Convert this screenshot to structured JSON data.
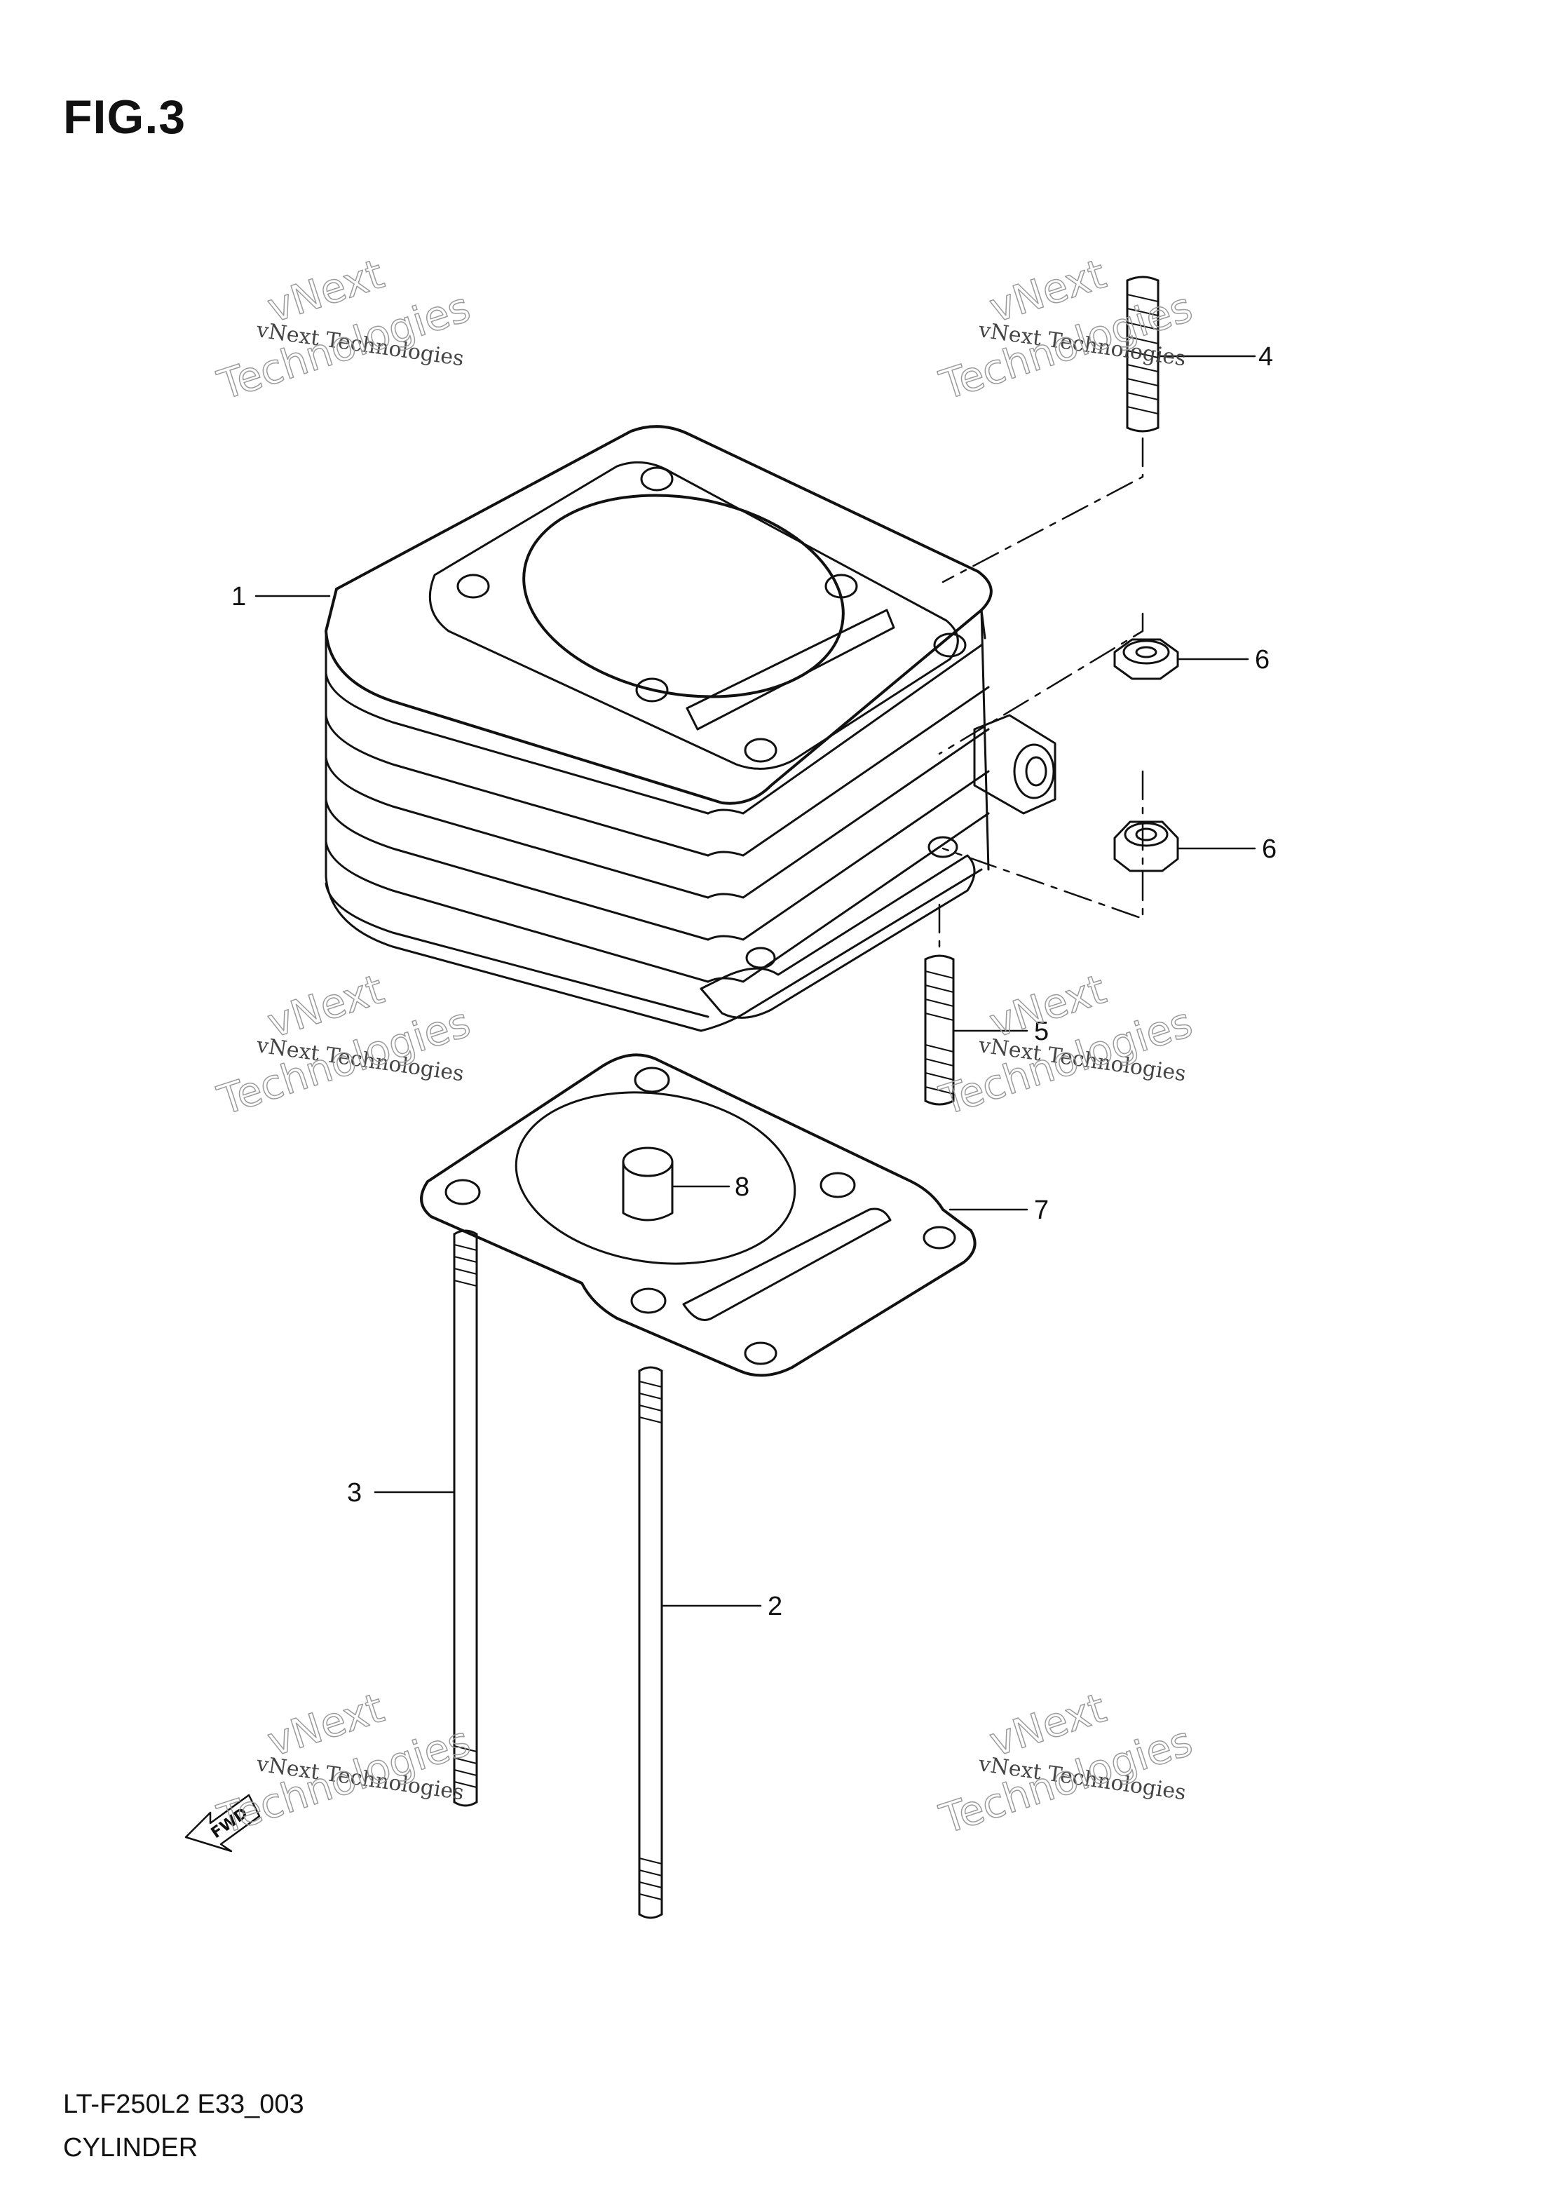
{
  "figure": {
    "title": "FIG.3"
  },
  "footer": {
    "model_code": "LT-F250L2 E33_003",
    "section_name": "CYLINDER"
  },
  "watermark": {
    "line1": "vNext",
    "line2": "vNext Technologies",
    "line3": "Technologies"
  },
  "fwd_label": "FWD",
  "callouts": [
    "1",
    "2",
    "3",
    "4",
    "5",
    "6",
    "6",
    "7",
    "8"
  ]
}
